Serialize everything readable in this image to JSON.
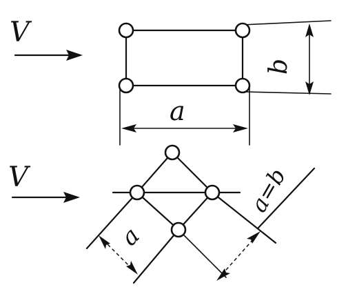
{
  "labels": {
    "velocity_top": "V",
    "velocity_bottom": "V",
    "rect_width": "a",
    "rect_height": "b",
    "diamond_side": "a",
    "diamond_equal": "a=b"
  },
  "colors": {
    "ink": "#111111",
    "background": "#ffffff"
  }
}
